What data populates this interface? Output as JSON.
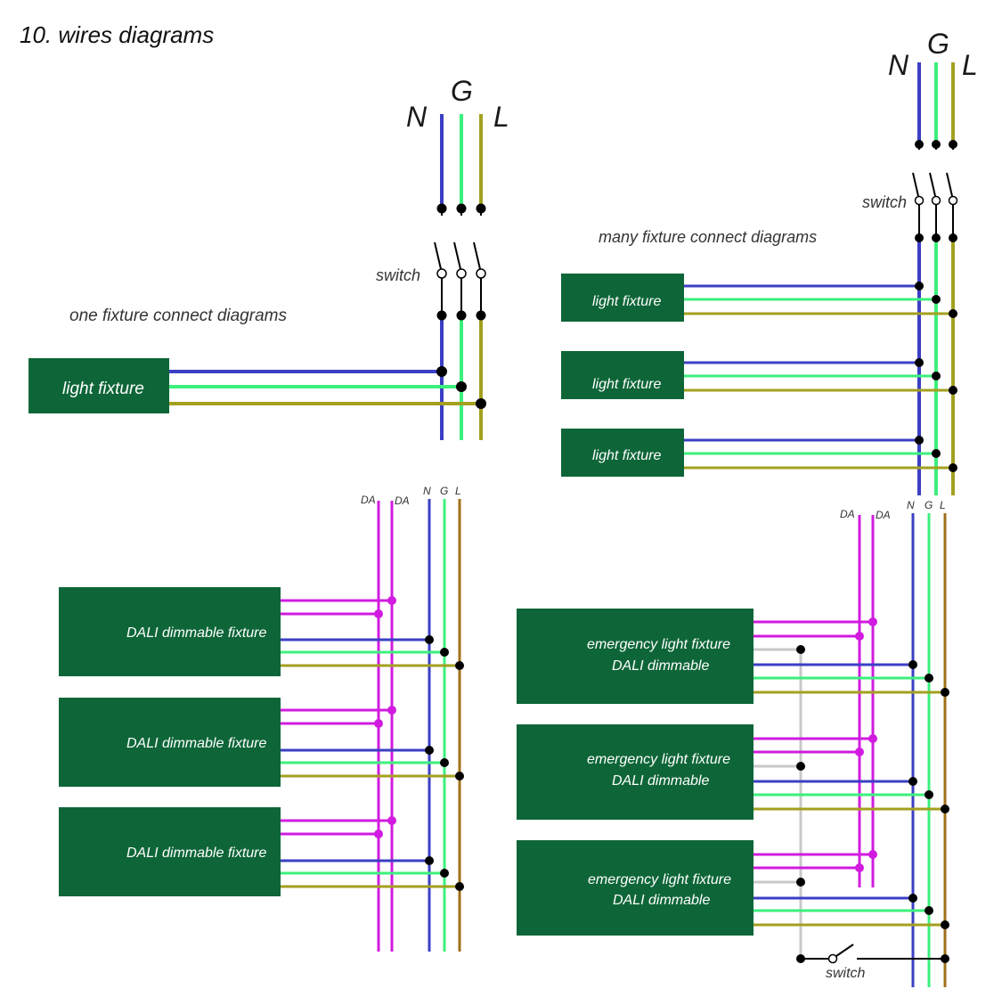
{
  "title": "10. wires diagrams",
  "colors": {
    "fixture": "#0e6638",
    "neutral": "#3b3fc4",
    "ground": "#3cf07c",
    "live": "#a3a020",
    "live_dali": "#a0701a",
    "dali": "#d11be0",
    "switch_wire": "#c8c8c8",
    "node": "#000000"
  },
  "labels": {
    "n": "N",
    "g": "G",
    "l": "L",
    "da": "DA",
    "switch": "switch"
  },
  "one_fixture": {
    "caption": "one fixture connect diagrams",
    "fixture": "light fixture"
  },
  "many_fixture": {
    "caption": "many  fixture connect diagrams",
    "fixtures": [
      "light fixture",
      "light fixture",
      "light fixture"
    ]
  },
  "dali": {
    "fixtures": [
      "DALI dimmable fixture",
      "DALI dimmable fixture",
      "DALI dimmable fixture"
    ]
  },
  "emergency": {
    "line1": "emergency  light fixture",
    "line2": "DALI  dimmable",
    "count": 3
  }
}
